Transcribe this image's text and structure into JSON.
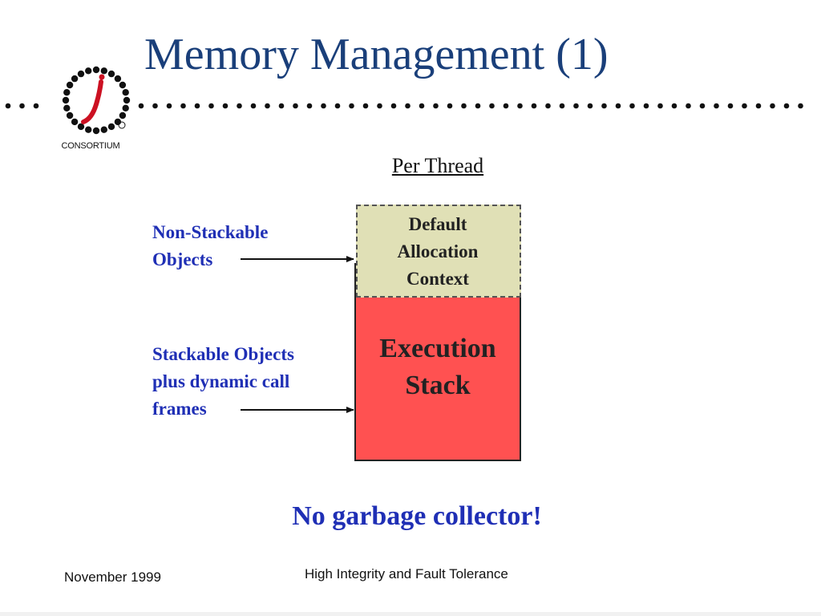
{
  "slide": {
    "title": "Memory Management (1)",
    "logo_text": "CONSORTIUM"
  },
  "diagram": {
    "header": "Per Thread",
    "context_box_label_lines": [
      "Default",
      "Allocation",
      "Context"
    ],
    "stack_box_label_lines": [
      "Execution",
      "Stack"
    ],
    "left_labels": {
      "non_stackable_lines": [
        "Non-Stackable",
        "Objects"
      ],
      "stackable_lines": [
        "Stackable Objects",
        "plus dynamic call",
        "frames"
      ]
    },
    "note": "No garbage collector!"
  },
  "footer": {
    "left": "November 1999",
    "center": "High Integrity and Fault Tolerance"
  },
  "colors": {
    "title": "#1a3f7a",
    "label_blue": "#1f2fb5",
    "stack_fill": "#ff5151",
    "context_fill": "#e0e0b6",
    "logo_red": "#cc1122"
  }
}
